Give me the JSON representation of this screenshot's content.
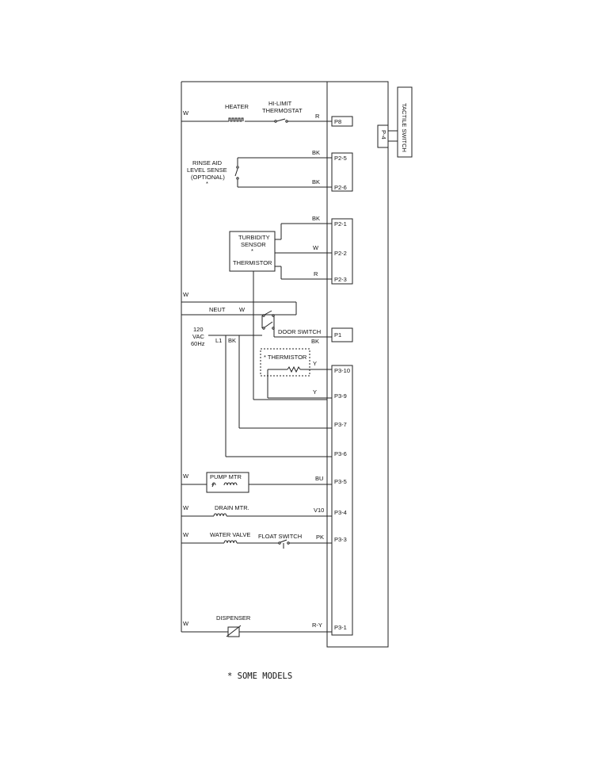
{
  "tactile_switch": "TACTILE SWITCH",
  "p4": "P-4",
  "connectors": {
    "p8": "P8",
    "p2_5": "P2-5",
    "p2_6": "P2-6",
    "p2_1": "P2-1",
    "p2_2": "P2-2",
    "p2_3": "P2-3",
    "p1": "P1",
    "p3_10": "P3-10",
    "p3_9": "P3-9",
    "p3_7": "P3-7",
    "p3_6": "P3-6",
    "p3_5": "P3-5",
    "p3_4": "P3-4",
    "p3_3": "P3-3",
    "p3_1": "P3-1"
  },
  "components": {
    "heater": "HEATER",
    "hi_limit_1": "HI-LIMIT",
    "hi_limit_2": "THERMOSTAT",
    "rinse_1": "RINSE AID",
    "rinse_2": "LEVEL SENSE",
    "rinse_3": "(OPTIONAL)",
    "rinse_4": "*",
    "turbidity_1": "TURBIDITY",
    "turbidity_2": "SENSOR",
    "turbidity_3": "*",
    "thermistor_box": "THERMISTOR",
    "neut": "NEUT",
    "vac_1": "120",
    "vac_2": "VAC",
    "vac_3": "60Hz",
    "l1": "L1",
    "door_switch": "DOOR SWITCH",
    "thermistor_opt": "* THERMISTOR",
    "pump_mtr": "PUMP MTR",
    "drain_mtr": "DRAIN MTR.",
    "water_valve": "WATER VALVE",
    "float_switch": "FLOAT SWITCH",
    "dispenser": "DISPENSER"
  },
  "wire_labels": {
    "w_heater": "W",
    "r_heater": "R",
    "bk_p25": "BK",
    "bk_p26": "BK",
    "bk_p21": "BK",
    "w_p22": "W",
    "r_p23": "R",
    "w_neutral": "W",
    "w_neut": "W",
    "bk_l1": "BK",
    "bk_p1": "BK",
    "y_p310": "Y",
    "y_p39": "Y",
    "w_pump": "W",
    "bu_p35": "BU",
    "w_drain": "W",
    "v10_p34": "V10",
    "w_valve": "W",
    "pk_p33": "PK",
    "w_disp": "W",
    "ry_p31": "R-Y"
  },
  "footnote": "* SOME MODELS"
}
